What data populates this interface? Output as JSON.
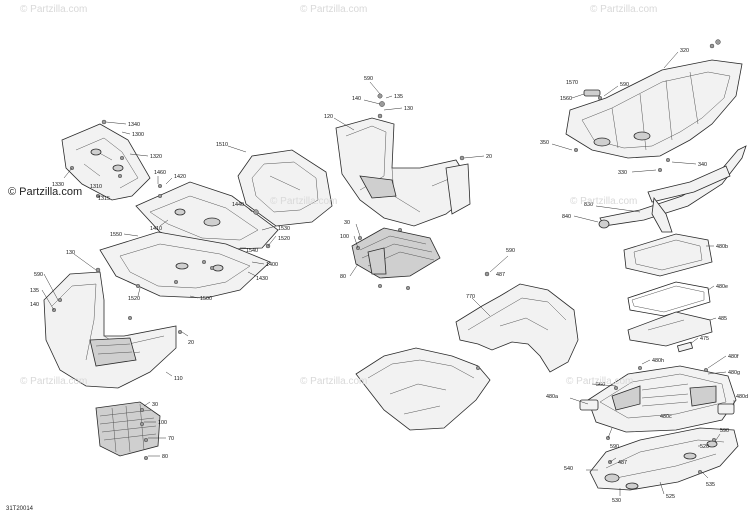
{
  "watermark": "© Partzilla.com",
  "diagram_code": "31T20014",
  "labels": {
    "l1340": "1340",
    "l1300": "1300",
    "l1320": "1320",
    "l1330": "1330",
    "l1310": "1310",
    "l1315": "1315",
    "l1460": "1460",
    "l1420": "1420",
    "l1440": "1440",
    "l1510": "1510",
    "l1410": "1410",
    "l1550": "1550",
    "l1530": "1530",
    "l1520a": "1520",
    "l1540": "1540",
    "l1400": "1400",
    "l1430": "1430",
    "l1520b": "1520",
    "l1500": "1500",
    "l130a": "130",
    "l590a": "590",
    "l135a": "135",
    "l140a": "140",
    "l20a": "20",
    "l110": "110",
    "l30a": "30",
    "l100a": "100",
    "l70": "70",
    "l80a": "80",
    "l590b": "590",
    "l140b": "140",
    "l135b": "135",
    "l130b": "130",
    "l120": "120",
    "l20b": "20",
    "l30b": "30",
    "l100b": "100",
    "l80b": "80",
    "l590c": "590",
    "l487a": "487",
    "l770": "770",
    "l320": "320",
    "l1570": "1570",
    "l590d": "590",
    "l1560": "1560",
    "l350": "350",
    "l340": "340",
    "l330": "330",
    "l830": "830",
    "l840": "840",
    "l480b": "480b",
    "l480e": "480e",
    "l485": "485",
    "l475": "475",
    "l480h": "480h",
    "l480f": "480f",
    "l480g": "480g",
    "l560": "560",
    "l480a": "480a",
    "l480d": "480d",
    "l480c": "480c",
    "l590e": "590",
    "l487b": "487",
    "l540": "540",
    "l520": "520",
    "l535": "535",
    "l530": "530",
    "l525": "525",
    "l590f": "590"
  }
}
